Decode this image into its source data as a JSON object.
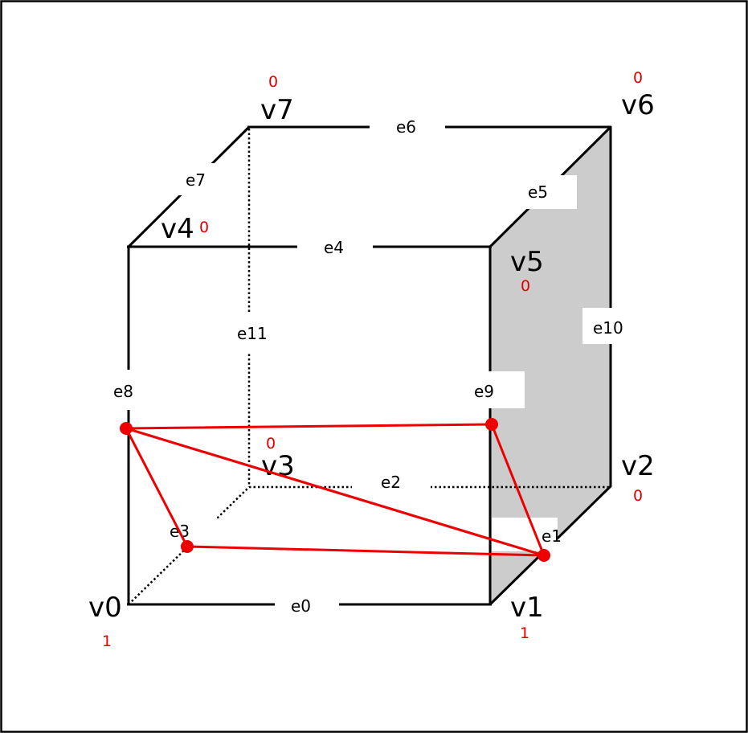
{
  "vertices": {
    "v0": {
      "label": "v0",
      "value": "1"
    },
    "v1": {
      "label": "v1",
      "value": "1"
    },
    "v2": {
      "label": "v2",
      "value": "0"
    },
    "v3": {
      "label": "v3",
      "value": "0"
    },
    "v4": {
      "label": "v4",
      "value": "0"
    },
    "v5": {
      "label": "v5",
      "value": "0"
    },
    "v6": {
      "label": "v6",
      "value": "0"
    },
    "v7": {
      "label": "v7",
      "value": "0"
    }
  },
  "edges": {
    "e0": "e0",
    "e1": "e1",
    "e2": "e2",
    "e3": "e3",
    "e4": "e4",
    "e5": "e5",
    "e6": "e6",
    "e7": "e7",
    "e8": "e8",
    "e9": "e9",
    "e10": "e10",
    "e11": "e11"
  },
  "colors": {
    "edge": "#000000",
    "shaded_face": "#cccccc",
    "triangle": "#ee0000",
    "vertex_value": "#e00000"
  }
}
